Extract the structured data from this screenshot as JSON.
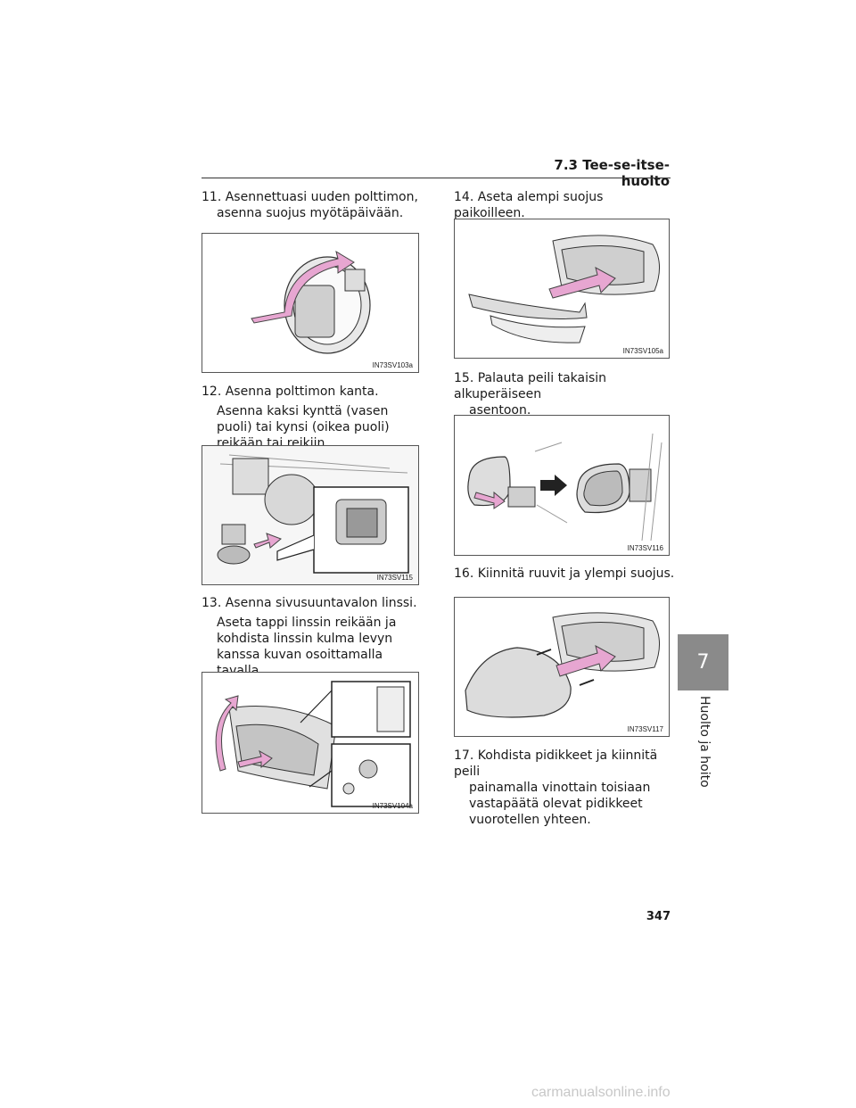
{
  "header": {
    "section": "7.3 Tee-se-itse-huolto"
  },
  "steps": {
    "s11": {
      "num": "11.",
      "text": "Asennettuasi uuden polttimon,",
      "text2": "asenna suojus myötäpäivään."
    },
    "s12": {
      "num": "12.",
      "text": "Asenna polttimon kanta.",
      "detail": "Asenna kaksi kynttä (vasen puoli) tai kynsi (oikea puoli) reikään tai reikiin."
    },
    "s13": {
      "num": "13.",
      "text": "Asenna sivusuuntavalon linssi.",
      "detail": "Aseta tappi linssin reikään ja kohdista linssin kulma levyn kanssa kuvan osoittamalla tavalla."
    },
    "s14": {
      "num": "14.",
      "text": "Aseta alempi suojus paikoilleen."
    },
    "s15": {
      "num": "15.",
      "text": "Palauta peili takaisin alkuperäiseen",
      "text2": "asentoon."
    },
    "s16": {
      "num": "16.",
      "text": "Kiinnitä ruuvit ja ylempi suojus."
    },
    "s17": {
      "num": "17.",
      "text": "Kohdista pidikkeet ja kiinnitä peili",
      "text2": "painamalla vinottain toisiaan",
      "text3": "vastapäätä olevat pidikkeet",
      "text4": "vuorotellen yhteen."
    }
  },
  "figures": {
    "f1": "IN73SV103a",
    "f2": "IN73SV115",
    "f3": "IN73SV104a",
    "f4": "IN73SV105a",
    "f5": "IN73SV116",
    "f6": "IN73SV117"
  },
  "tab": {
    "chapter": "7",
    "title": "Huolto ja hoito"
  },
  "page_number": "347",
  "footer": "carmanualsonline.info",
  "colors": {
    "arrow_pink": "#e7a6d1",
    "tab_gray": "#8a8a8a"
  }
}
